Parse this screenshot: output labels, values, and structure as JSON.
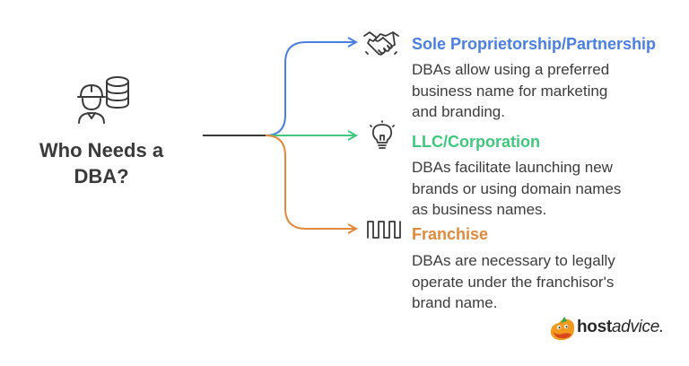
{
  "center": {
    "title_lines": [
      "Who Needs a",
      "DBA?"
    ],
    "icon": "worker-database-icon"
  },
  "branches": [
    {
      "title": "Sole Proprietorship/Partnership",
      "description_lines": [
        "DBAs allow using a preferred",
        "business name for marketing",
        "and branding."
      ],
      "color": "#4a7fe0",
      "icon": "handshake-icon"
    },
    {
      "title": "LLC/Corporation",
      "description_lines": [
        "DBAs facilitate launching new",
        "brands or using domain names",
        "as business names."
      ],
      "color": "#3fc77e",
      "icon": "lightbulb-icon"
    },
    {
      "title": "Franchise",
      "description_lines": [
        "DBAs are necessary to legally",
        "operate under the franchisor's",
        "brand name."
      ],
      "color": "#e0893a",
      "icon": "storefront-awning-icon"
    }
  ],
  "brand": {
    "name_bold": "host",
    "name_light": "advice.",
    "logo": "hostadvice-mascot-logo"
  }
}
